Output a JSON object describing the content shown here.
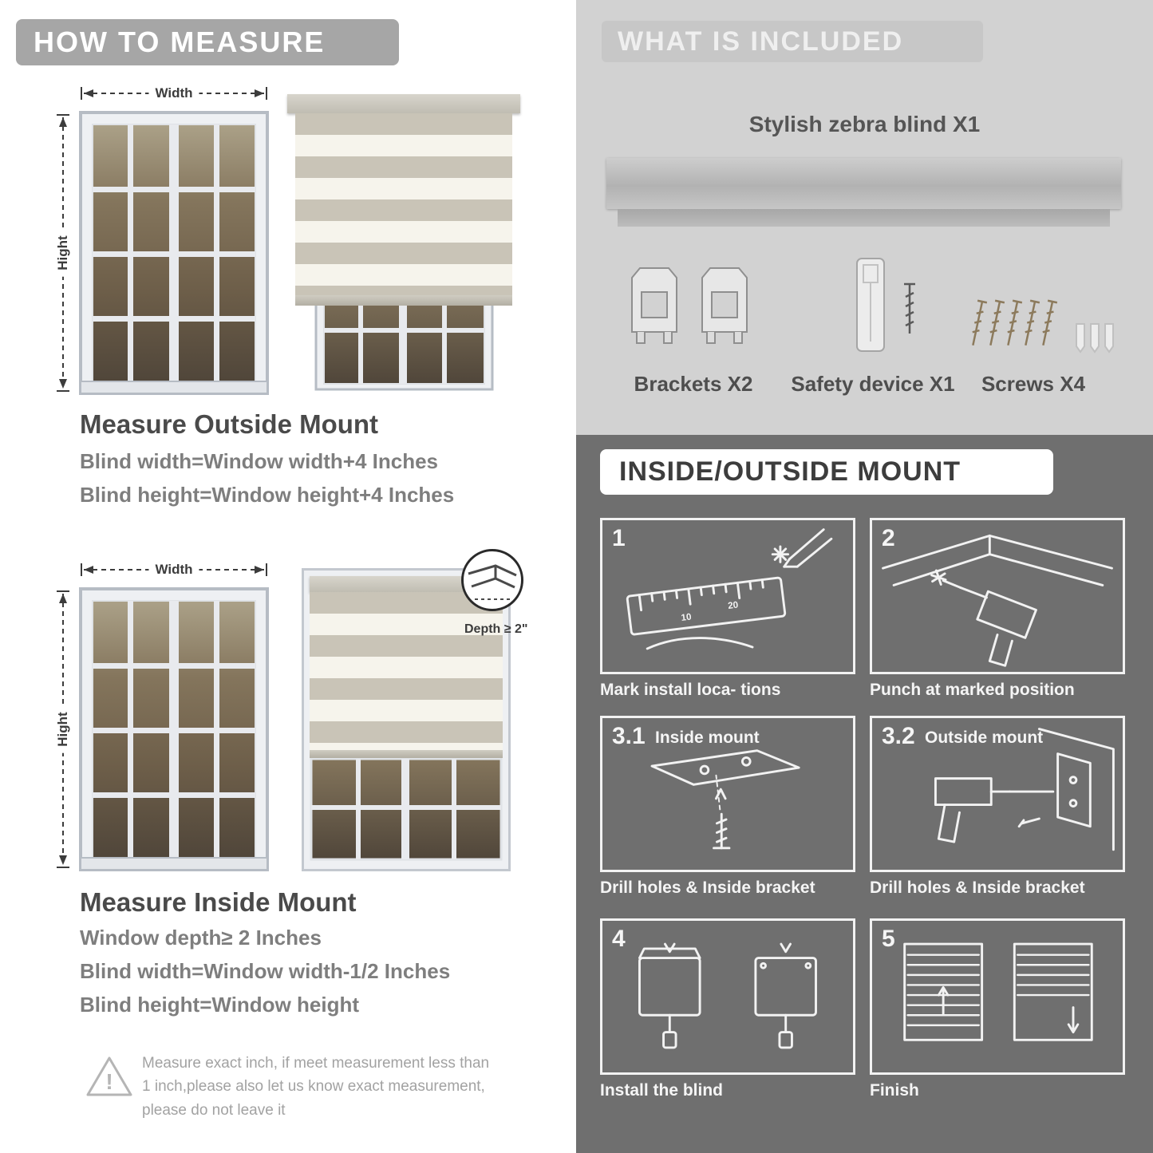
{
  "left": {
    "title": "HOW TO MEASURE",
    "labels": {
      "width": "Width",
      "height": "Hight"
    },
    "outside": {
      "heading": "Measure Outside Mount",
      "line1": "Blind width=Window width+4 Inches",
      "line2": "Blind height=Window height+4 Inches"
    },
    "inside": {
      "heading": "Measure Inside Mount",
      "depth_label": "Depth ≥ 2\"",
      "line1": "Window depth≥ 2 Inches",
      "line2": "Blind width=Window width-1/2 Inches",
      "line3": "Blind height=Window height"
    },
    "warning": "Measure exact inch, if meet measurement less than 1 inch,please also let us know exact measurement, please do not leave it"
  },
  "right": {
    "included": {
      "title": "WHAT IS INCLUDED",
      "product": "Stylish zebra blind X1",
      "items": [
        {
          "label": "Brackets X2"
        },
        {
          "label": "Safety device X1"
        },
        {
          "label": "Screws X4"
        }
      ]
    },
    "mount": {
      "title": "INSIDE/OUTSIDE MOUNT",
      "steps": [
        {
          "num": "1",
          "caption": "Mark install loca- tions"
        },
        {
          "num": "2",
          "caption": "Punch at  marked position"
        },
        {
          "num": "3.1",
          "sub": "Inside mount",
          "caption": "Drill holes &  Inside bracket"
        },
        {
          "num": "3.2",
          "sub": "Outside mount",
          "caption": "Drill holes &  Inside bracket"
        },
        {
          "num": "4",
          "caption": "Install the blind"
        },
        {
          "num": "5",
          "caption": "Finish"
        }
      ]
    }
  }
}
